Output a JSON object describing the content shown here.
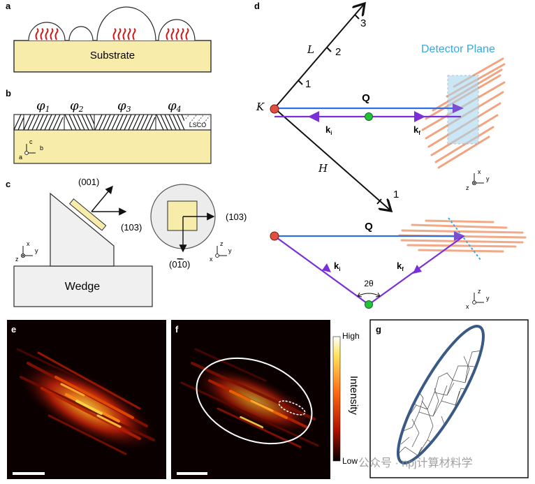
{
  "panels": {
    "a": {
      "label": "a",
      "substrate_text": "Substrate"
    },
    "b": {
      "label": "b",
      "phi": [
        "φ",
        "φ",
        "φ",
        "φ"
      ],
      "phi_sub": [
        "1",
        "2",
        "3",
        "4"
      ],
      "lsco_text": "LSCO",
      "axes": {
        "c": "c",
        "b": "b",
        "a": "a"
      }
    },
    "c": {
      "label": "c",
      "dir_001": "(001)",
      "dir_103_left": "(103)",
      "dir_103_right": "(103)",
      "dir_0m10": "(0",
      "dir_0m10_bar": "1",
      "dir_0m10_tail": "0)",
      "wedge_text": "Wedge",
      "axes_left": {
        "x": "x",
        "y": "y",
        "z": "z"
      },
      "axes_right": {
        "z": "z",
        "y": "y",
        "x": "x"
      }
    },
    "d": {
      "label": "d",
      "L_text": "L",
      "H_text": "H",
      "K_text": "K",
      "tick_L": [
        "1",
        "2",
        "3"
      ],
      "tick_H": "1",
      "Q_text": "Q",
      "ki_text": "k",
      "ki_sub": "i",
      "kf_text": "k",
      "kf_sub": "f",
      "detector_plane": "Detector Plane",
      "two_theta": "2θ",
      "Q_text_lower": "Q",
      "ki_text_lower": "k",
      "kf_text_lower": "k",
      "axes_top": {
        "x": "x",
        "y": "y",
        "z": "z"
      },
      "axes_bottom": {
        "z": "z",
        "y": "y",
        "x": "x"
      }
    },
    "e": {
      "label": "e"
    },
    "f": {
      "label": "f"
    },
    "colorbar": {
      "high": "High",
      "low": "Low",
      "title": "Intensity"
    },
    "g": {
      "label": "g"
    }
  },
  "watermark": "公众号 · npj计算材料学",
  "colors": {
    "substrate": "#f8ecaa",
    "stroke": "#2b2b2b",
    "blue_beam": "#2f6fe0",
    "purple_beam": "#7b2fd6",
    "salmon": "#f0946a",
    "detector_blue": "#a9d8ef",
    "detector_text": "#39a8d8",
    "red_dot": "#e05040",
    "green_dot": "#22c13a",
    "ellipse_g": "#3a5a86"
  }
}
